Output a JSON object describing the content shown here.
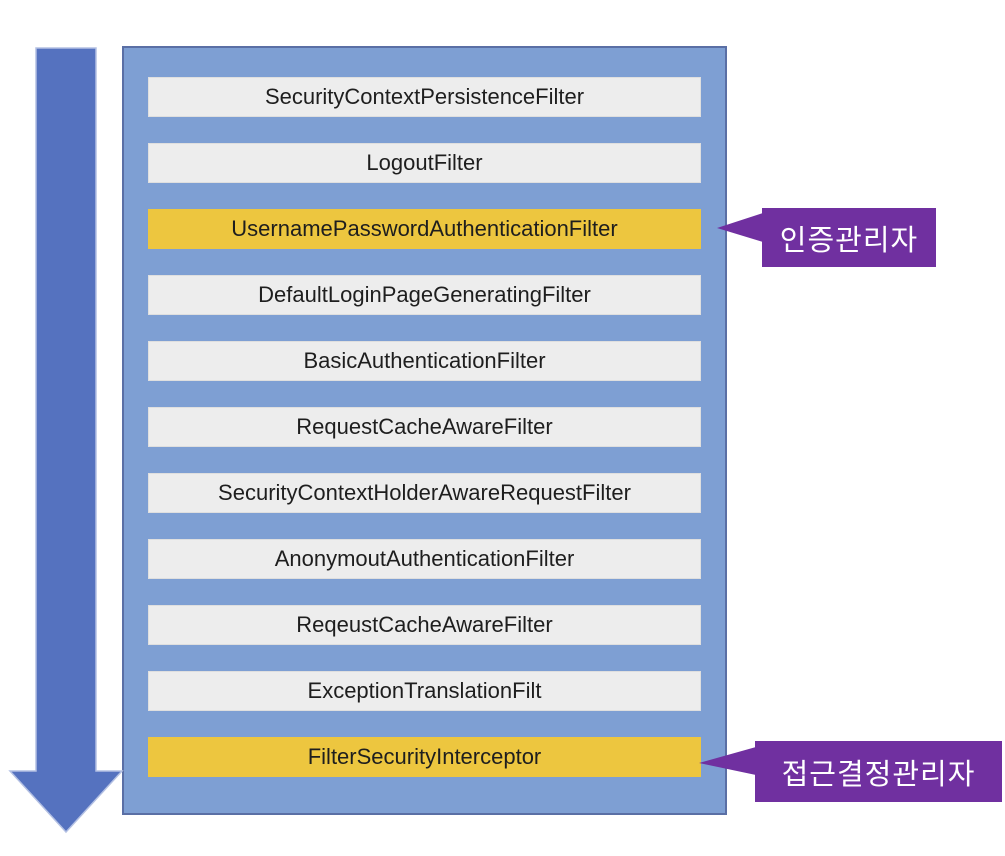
{
  "diagram": {
    "title_hint": "spring-security-filter-chain",
    "flow_arrow": {
      "icon": "down-arrow-icon",
      "direction": "down"
    },
    "filters": [
      {
        "label": "SecurityContextPersistenceFilter",
        "highlight": false
      },
      {
        "label": "LogoutFilter",
        "highlight": false
      },
      {
        "label": "UsernamePasswordAuthenticationFilter",
        "highlight": true
      },
      {
        "label": "DefaultLoginPageGeneratingFilter",
        "highlight": false
      },
      {
        "label": "BasicAuthenticationFilter",
        "highlight": false
      },
      {
        "label": "RequestCacheAwareFilter",
        "highlight": false
      },
      {
        "label": "SecurityContextHolderAwareRequestFilter",
        "highlight": false
      },
      {
        "label": "AnonymoutAuthenticationFilter",
        "highlight": false
      },
      {
        "label": "ReqeustCacheAwareFilter",
        "highlight": false
      },
      {
        "label": "ExceptionTranslationFilt",
        "highlight": false
      },
      {
        "label": "FilterSecurityInterceptor",
        "highlight": true
      }
    ],
    "callouts": [
      {
        "label": "인증관리자",
        "points_to": "UsernamePasswordAuthenticationFilter"
      },
      {
        "label": "접근결정관리자",
        "points_to": "FilterSecurityInterceptor"
      }
    ],
    "colors": {
      "container_fill": "#7E9FD3",
      "container_border": "#5A6FA5",
      "row_fill": "#EDEDED",
      "row_border": "#DFDFDF",
      "row_highlight_fill": "#EDC63F",
      "arrow_fill": "#5572BF",
      "arrow_stroke": "#B3C0E3",
      "callout_fill": "#7030A0",
      "callout_text": "#FFFFFF",
      "row_text": "#1E1E1E"
    }
  }
}
